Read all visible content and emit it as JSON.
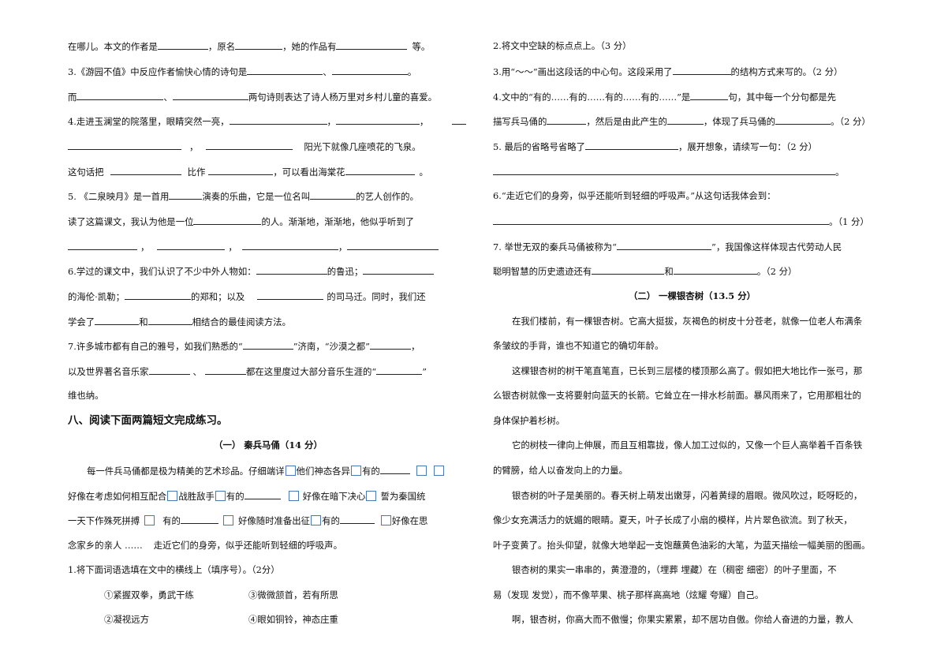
{
  "left": {
    "l1": {
      "a": "在哪儿。本文的作者是",
      "b": "，原名",
      "c": "，她的作品有",
      "d": "等。"
    },
    "l2": {
      "a": "3.《游园不值》中反应作者愉快心情的诗句是",
      "b": "、",
      "c": "。"
    },
    "l3": {
      "a": "而",
      "b": "、",
      "c": "两句诗则表达了诗人杨万里对乡村儿童的喜爱。"
    },
    "l4": {
      "a": "4.走进玉澜堂的院落里，眼睛突然一亮，",
      "b": "，"
    },
    "l5": {
      "a": "，",
      "b": "阳光下就像几座喷花的飞泉。"
    },
    "l6": {
      "a": "这句话把",
      "b": "比作",
      "c": "，可以看出海棠花",
      "d": "。"
    },
    "l7": {
      "a": "5.  《二泉映月》是一首用",
      "b": "演奏的乐曲，它是一位名叫",
      "c": "的艺人创作的。"
    },
    "l8": {
      "a": "读了这篇课文，我认为他是一位",
      "b": "的人。渐渐地，渐渐地，他似乎听到了"
    },
    "l9": {
      "a": "，",
      "b": "，",
      "c": "，"
    },
    "l10": {
      "a": "6.学过的课文中，我们认识了不少中外人物如：",
      "b": "的鲁迅；"
    },
    "l11": {
      "a": "的海伦·凯勒；",
      "b": "的郑和；以及",
      "c": "的司马迁。同时，我们还"
    },
    "l12": {
      "a": "学会了",
      "b": "和",
      "c": "相结合的最佳阅读方法。"
    },
    "l13": {
      "a": "7.许多城市都有自己的雅号，如我们熟悉的“",
      "b": "”济南，“沙漠之都”",
      "c": "，"
    },
    "l14": {
      "a": "以及世界著名音乐家",
      "b": "、",
      "c": "都在这里度过大部分音乐生涯的“",
      "d": "”"
    },
    "l15": "维也纳。",
    "h8": "八、阅读下面两篇短文完成练习。",
    "sub1": "（一）  秦兵马俑（14 分）",
    "p1": {
      "a": "每一件兵马俑都是极为精美的艺术珍品。仔细端详",
      "b": "他们神态各异",
      "c": "有的"
    },
    "p2": {
      "a": "好像在考虑如何相互配合",
      "b": "战胜敌手",
      "c": "有的",
      "d": "好像在暗下决心",
      "e": "誓为秦国统"
    },
    "p3": {
      "a": "一天下作殊死拼搏",
      "b": "有的",
      "c": "好像随时准备出征",
      "d": "有的",
      "e": "好像在思"
    },
    "p4": {
      "a": "念家乡的亲人 ……",
      "b": "走近它们的身旁，似乎还能听到轻细的呼吸声。"
    },
    "q1": "1.将下面词语选填在文中的横线上（填序号）。（2分）",
    "opt1": "①紧握双拳，勇武干练",
    "opt3": "③微微颔首，若有所思",
    "opt2": "②凝视远方",
    "opt4": "④眼如铜铃，神态庄重"
  },
  "right": {
    "r1": "2.将文中空缺的标点点上。（3 分）",
    "r2": {
      "a": "3.用“～～”画出这段话的中心句。这段采用了",
      "b": "的结构方式来写的。（2 分）"
    },
    "r3": {
      "a": "4.文中的“有的……有的……有的……有的……”是",
      "b": "句，其中每一个分句都是先"
    },
    "r4": {
      "a": "描写兵马俑的",
      "b": "，然后是由此产生的",
      "c": "，体现了兵马俑的",
      "d": "。（2 分）"
    },
    "r5": {
      "a": "5.  最后的省略号省略了",
      "b": "，展开想象，请续写一句：（2 分）"
    },
    "r6": {
      "a": "。"
    },
    "r7": "6.“走近它们的身旁，似乎还能听到轻细的呼吸声。”从这句话我体会到：",
    "r8": {
      "a": "。（1 分）"
    },
    "r9": {
      "a": "7.  举世无双的秦兵马俑被称为“",
      "b": "”，我国像这样体现古代劳动人民"
    },
    "r10": {
      "a": "聪明智慧的历史遗迹还有",
      "b": "和",
      "c": "。（2 分）"
    },
    "sub2": "（二）  一棵银杏树（13.5 分）",
    "g1": "在我们楼前，有一棵银杏树。它高大挺拔，灰褐色的树皮十分苍老，就像一位老人布满条",
    "g2": "条皱纹的手背，谁也不知道它的确切年龄。",
    "g3": "这棵银杏树的树干笔直笔直，已长到三层楼的楼顶那么高了。假如把大地比作一张弓，那",
    "g4": "么银杏树就像一支将要射向蓝天的长箭。它耸立在一排水杉前面。暴风雨来了，它用那粗壮的",
    "g5": "身体保护着杉树。",
    "g6": "它的树枝一律向上伸展，而且互相靠拢，像人加工过似的，又像一个巨人高举着千百条铁",
    "g7": "的臂膀，给人以奋发向上的力量。",
    "g8": "银杏树的叶子是美丽的。春天树上萌发出嫩芽，闪着黄绿的眉眼。微风吹过，眨呀眨的，",
    "g9": "像少女充满活力的妩媚的眼睛。夏天，叶子长成了小扇的模样，片片翠色欲流。到了秋天，",
    "g10": "叶子变黄了。抬头仰望，就像大地举起一支饱蘸黄色油彩的大笔，为蓝天描绘一幅美丽的图画。",
    "g11": "银杏树的果实一串串的，黄澄澄的，（埋葬   埋藏）在（稠密   细密）的叶子里面，不",
    "g12": "易（发现   发觉），而不像苹果、桃子那样高高地（炫耀   夸耀）自己。",
    "g13": "啊，银杏树，你高大而不傲慢；你果实累累，却不居功自傲。你给人奋进的力量，教人"
  }
}
